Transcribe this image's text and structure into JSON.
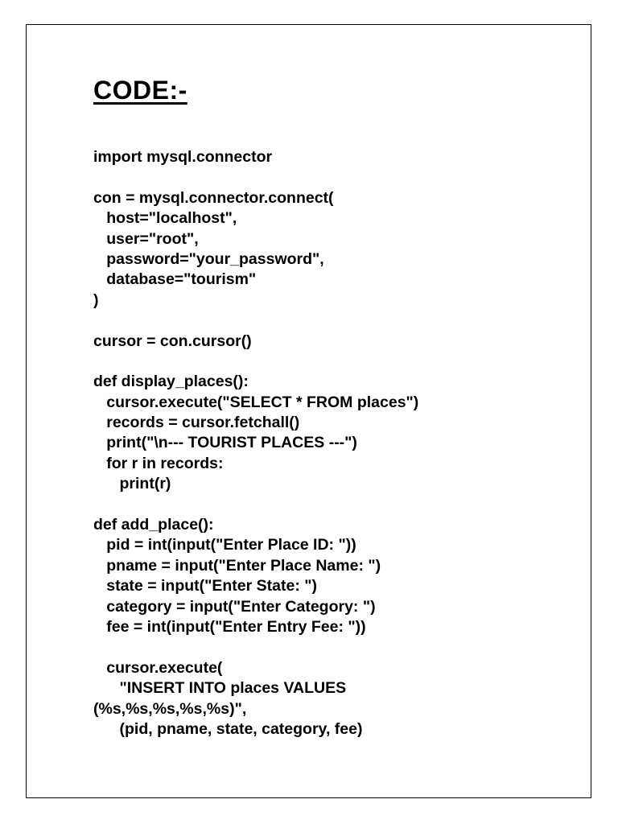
{
  "document": {
    "heading": "CODE:-",
    "lines": [
      "import mysql.connector",
      "",
      "con = mysql.connector.connect(",
      "   host=\"localhost\",",
      "   user=\"root\",",
      "   password=\"your_password\",",
      "   database=\"tourism\"",
      ")",
      "",
      "cursor = con.cursor()",
      "",
      "def display_places():",
      "   cursor.execute(\"SELECT * FROM places\")",
      "   records = cursor.fetchall()",
      "   print(\"\\n--- TOURIST PLACES ---\")",
      "   for r in records:",
      "      print(r)",
      "",
      "def add_place():",
      "   pid = int(input(\"Enter Place ID: \"))",
      "   pname = input(\"Enter Place Name: \")",
      "   state = input(\"Enter State: \")",
      "   category = input(\"Enter Category: \")",
      "   fee = int(input(\"Enter Entry Fee: \"))",
      "",
      "   cursor.execute(",
      "      \"INSERT INTO places VALUES",
      "(%s,%s,%s,%s,%s)\",",
      "      (pid, pname, state, category, fee)"
    ]
  }
}
